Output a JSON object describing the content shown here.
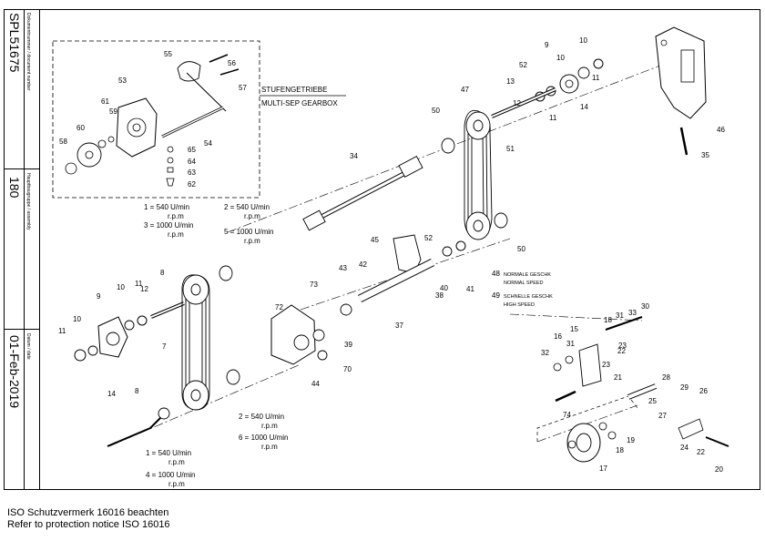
{
  "sidebar": {
    "document_number_label": "Dokumentnummer / document number",
    "document_number": "SPL51675",
    "assembly_label": "Hauptbaugruppe / assembly",
    "assembly": "180",
    "date_label": "Datum / date",
    "date": "01-Feb-2019"
  },
  "diagram": {
    "inset_title_de": "STUFENGETRIEBE",
    "inset_title_en": "MULTI-SEP GEARBOX",
    "belt_config_top_left": [
      "1 = 540 U/min",
      "r.p.m",
      "3 = 1000 U/min",
      "r.p.m"
    ],
    "belt_config_top_right": [
      "2 = 540 U/min",
      "r.p.m",
      "5 = 1000 U/min",
      "r.p.m"
    ],
    "belt_config_bottom_right": [
      "2 = 540 U/min",
      "r.p.m",
      "6 = 1000 U/min",
      "r.p.m"
    ],
    "belt_config_bottom": [
      "1 = 540 U/min",
      "r.p.m",
      "4 = 1000 U/min",
      "r.p.m"
    ],
    "note_48": [
      "48",
      "NORMALE GESCHK",
      "NORMAL SPEED"
    ],
    "note_49": [
      "49",
      "SCHNELLE GESCHK",
      "HIGH SPEED"
    ],
    "part_labels": [
      "55",
      "56",
      "57",
      "53",
      "61",
      "59",
      "60",
      "58",
      "54",
      "65",
      "64",
      "63",
      "62",
      "10",
      "9",
      "10",
      "11",
      "52",
      "13",
      "14",
      "11",
      "12",
      "47",
      "50",
      "51",
      "46",
      "35",
      "34",
      "45",
      "52",
      "40",
      "41",
      "42",
      "43",
      "38",
      "50",
      "37",
      "39",
      "73",
      "72",
      "70",
      "44",
      "8",
      "11",
      "10",
      "12",
      "9",
      "11",
      "10",
      "7",
      "14",
      "8",
      "30",
      "33",
      "31",
      "18",
      "15",
      "16",
      "31",
      "32",
      "22",
      "23",
      "21",
      "74",
      "23",
      "28",
      "29",
      "26",
      "24",
      "27",
      "25",
      "22",
      "19",
      "18",
      "20",
      "17"
    ]
  },
  "footer": {
    "line1": "ISO Schutzvermerk 16016 beachten",
    "line2": "Refer to protection notice ISO 16016"
  }
}
